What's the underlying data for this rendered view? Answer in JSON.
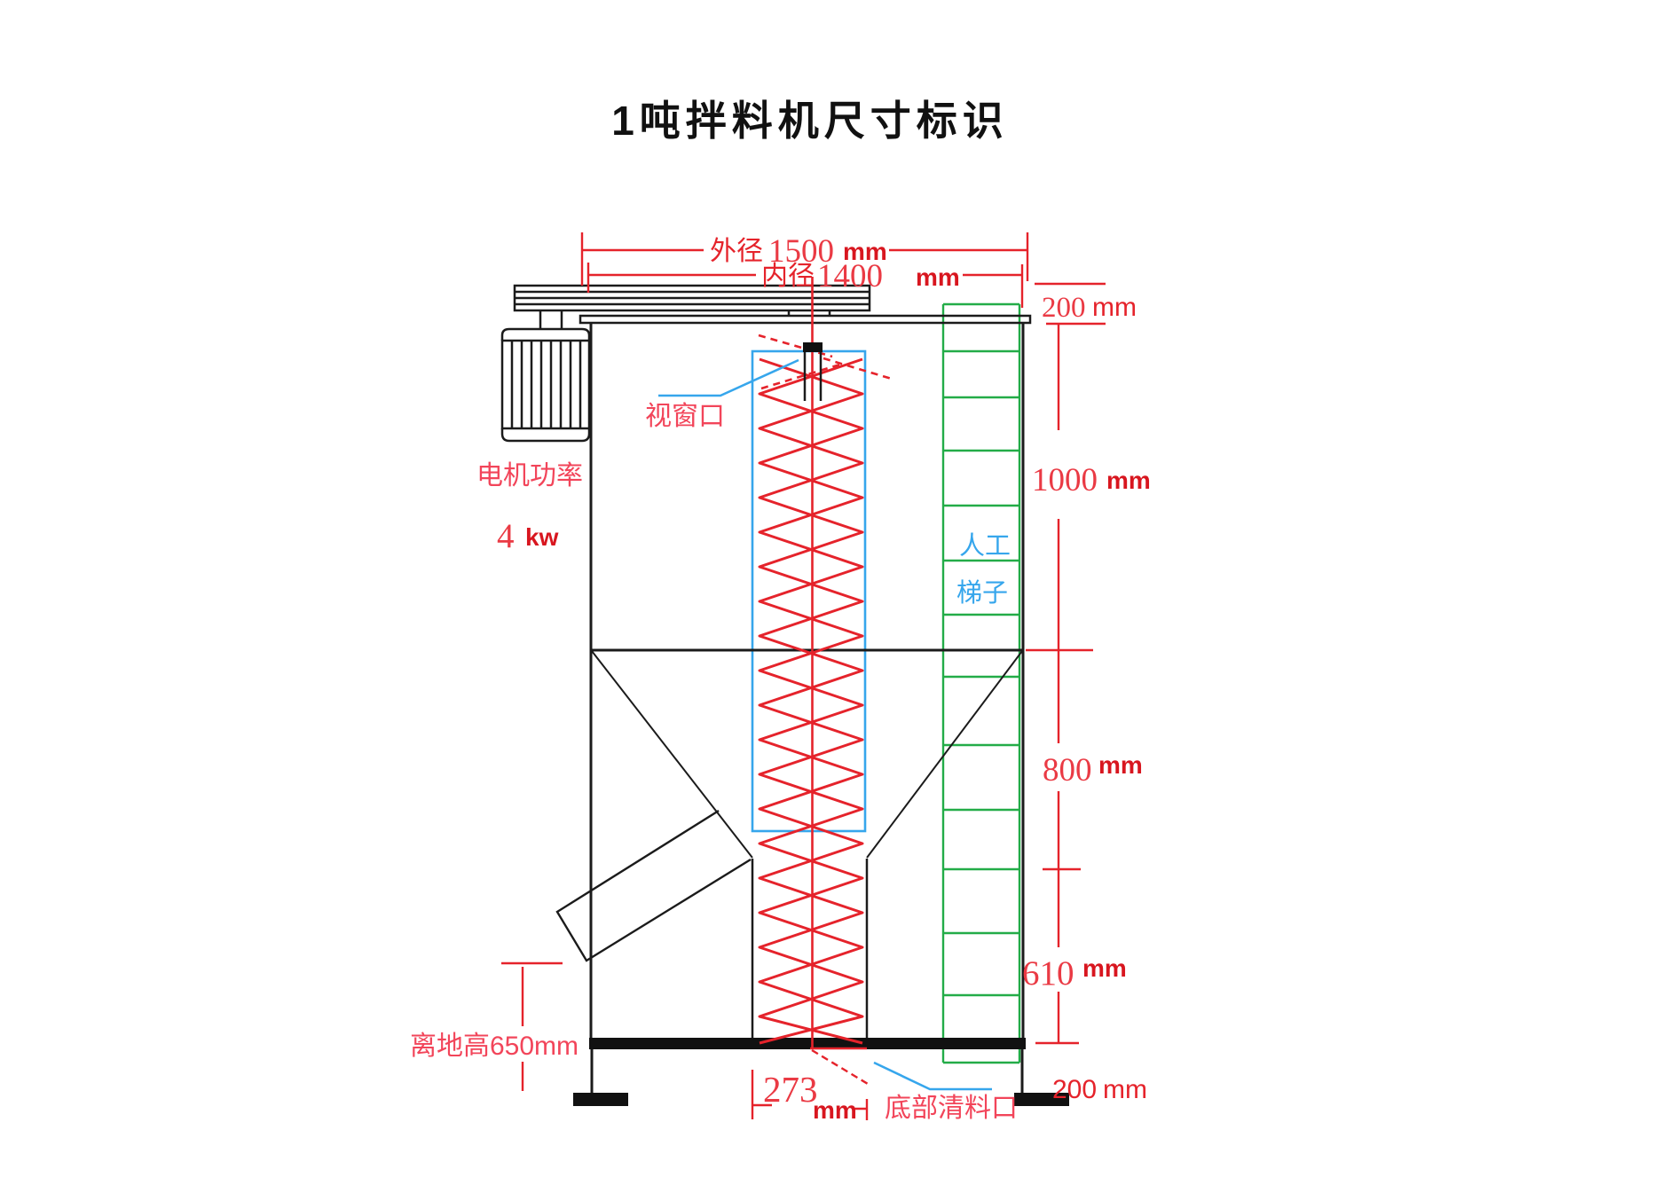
{
  "title": "1吨拌料机尺寸标识",
  "colors": {
    "dimension_red": "#e5232b",
    "label_pink": "#f2455a",
    "unit_dark_red": "#d8161f",
    "window_blue": "#36a6ec",
    "ladder_green": "#23ac48",
    "outline_black": "#1b1b1b"
  },
  "dims": {
    "outer": {
      "label": "外径",
      "value": "1500",
      "unit": "mm"
    },
    "inner": {
      "label": "内径",
      "value": "1400",
      "unit": "mm"
    },
    "top_offset": {
      "value": "200",
      "unit": "mm"
    },
    "upper": {
      "value": "1000",
      "unit": "mm"
    },
    "middle": {
      "value": "800",
      "unit": "mm"
    },
    "lower": {
      "value": "610",
      "unit": "mm"
    },
    "bottom_offset": {
      "value": "200",
      "unit": "mm"
    },
    "ground": {
      "label": "离地高650mm"
    },
    "outlet": {
      "value": "273",
      "unit": "mm"
    }
  },
  "labels": {
    "motor_power": "电机功率",
    "motor_value": "4",
    "motor_unit": "kw",
    "window": "视窗口",
    "ladder_top": "人工",
    "ladder_bottom": "梯子",
    "outlet_port": "底部清料口"
  }
}
